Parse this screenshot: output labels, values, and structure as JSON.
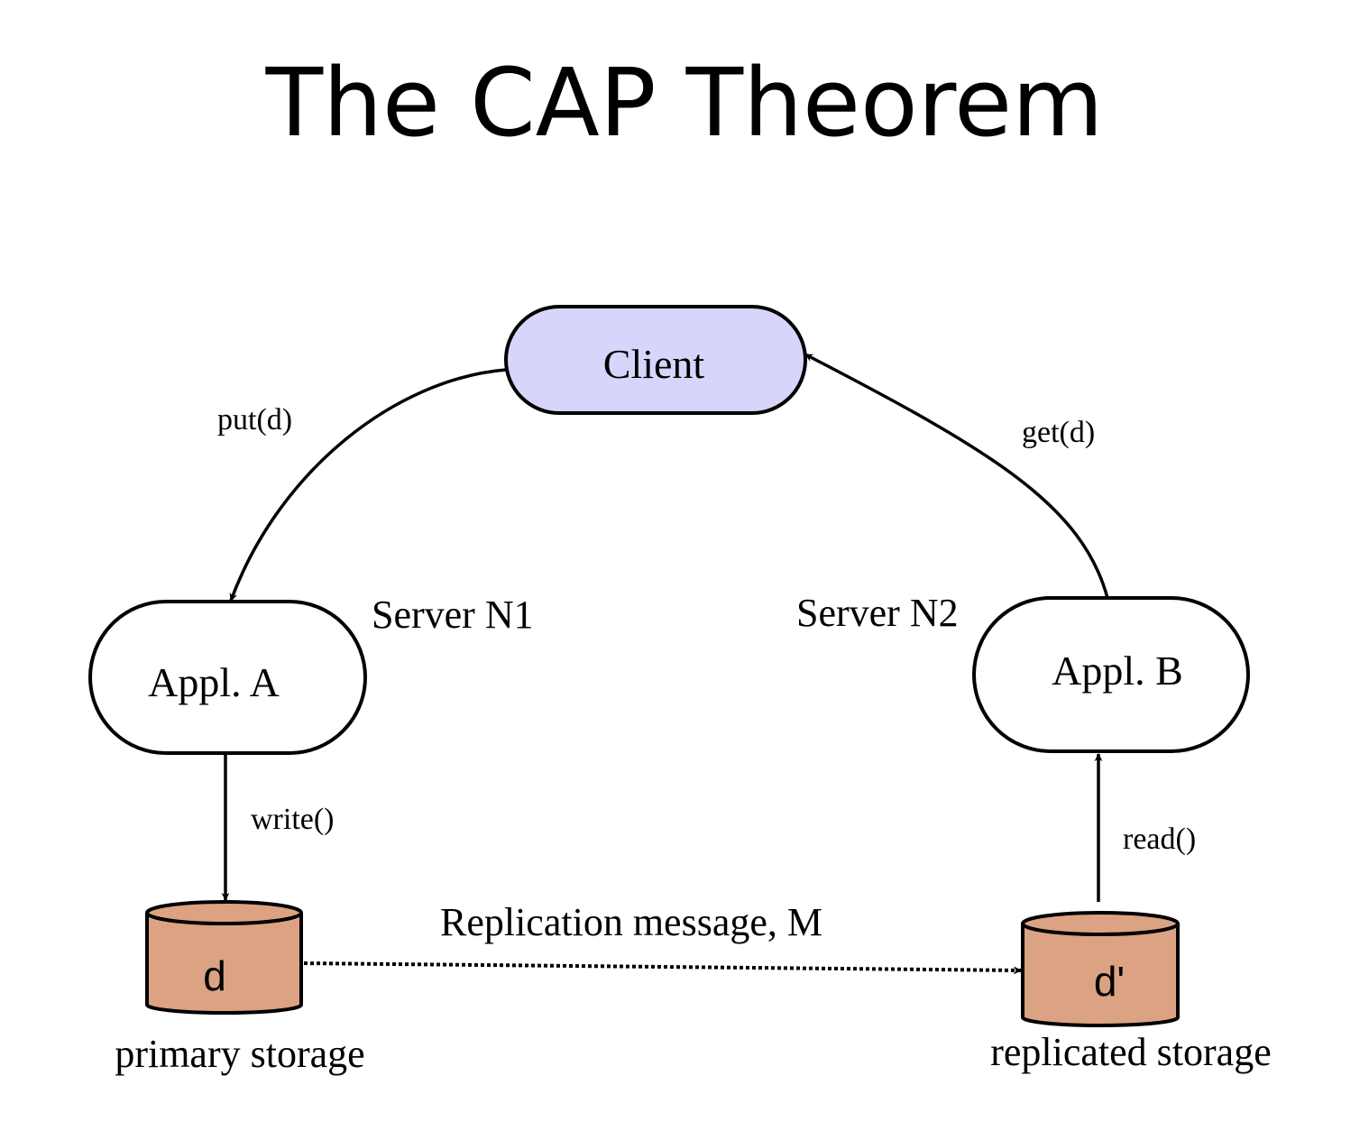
{
  "title": "The CAP Theorem",
  "nodes": {
    "client": "Client",
    "appl_a": "Appl. A",
    "appl_b": "Appl. B",
    "storage_primary": "d",
    "storage_replica": "d'"
  },
  "labels": {
    "server_n1": "Server N1",
    "server_n2": "Server N2",
    "primary_storage": "primary storage",
    "replicated_storage": "replicated storage"
  },
  "edges": {
    "put": "put(d)",
    "get": "get(d)",
    "write": "write()",
    "read": "read()",
    "replication": "Replication message, M"
  },
  "colors": {
    "client_fill": "#d6d6fa",
    "storage_fill": "#dba383",
    "node_fill": "#ffffff"
  }
}
